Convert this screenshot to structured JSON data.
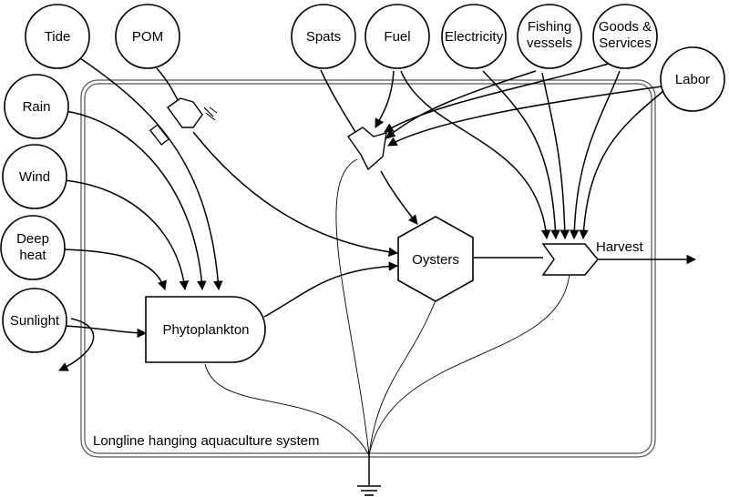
{
  "diagram": {
    "system_label": "Longline hanging aquaculture system",
    "sources": {
      "tide": "Tide",
      "pom": "POM",
      "rain": "Rain",
      "wind": "Wind",
      "deep_heat": [
        "Deep",
        "heat"
      ],
      "sunlight": "Sunlight",
      "spats": "Spats",
      "fuel": "Fuel",
      "electricity": "Electricity",
      "fishing_vessels": [
        "Fishing",
        "vessels"
      ],
      "goods_services": [
        "Goods &",
        "Services"
      ],
      "labor": "Labor"
    },
    "components": {
      "phytoplankton": "Phytoplankton",
      "oysters": "Oysters"
    },
    "outputs": {
      "harvest": "Harvest"
    }
  }
}
